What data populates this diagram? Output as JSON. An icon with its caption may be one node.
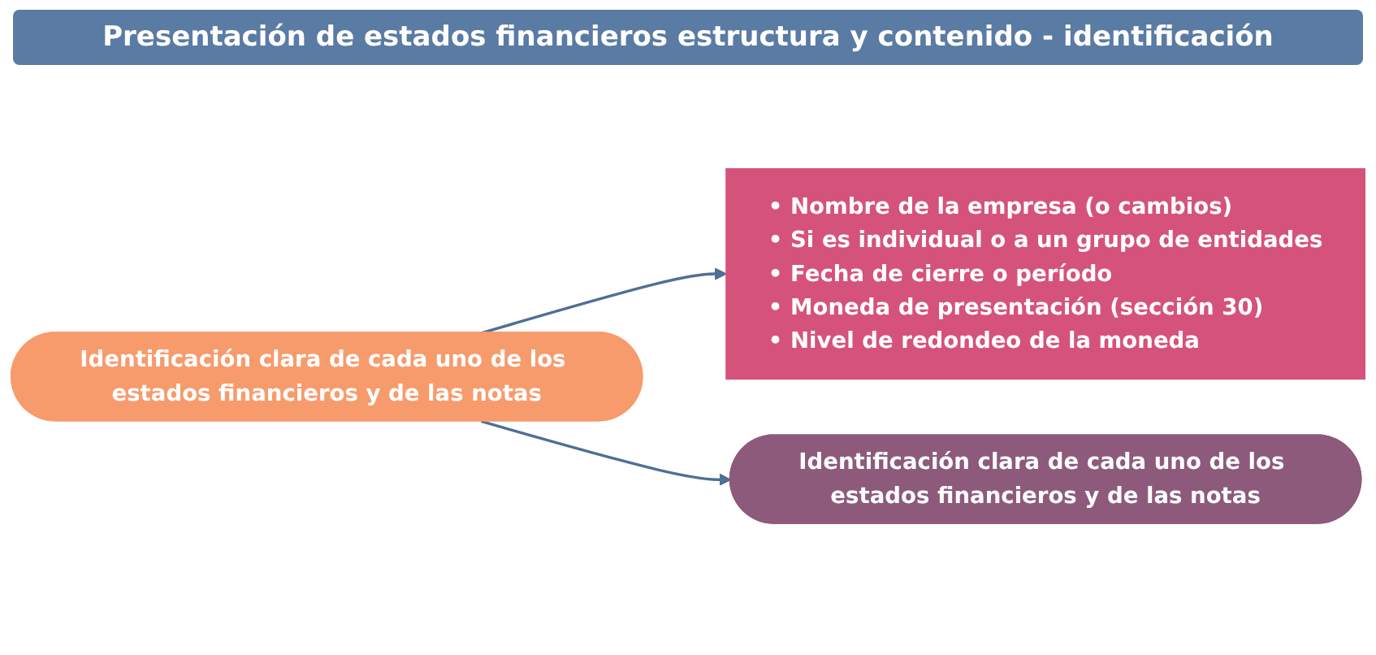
{
  "diagram": {
    "title": "Presentación de estados financieros estructura y contenido - identificación",
    "nodes": [
      {
        "text": [
          "Identificación clara de cada uno de los estados financieros y de las notas"
        ]
      },
      {
        "text": [
          "• Nombre de la empresa (o cambios)",
          "• Si es individual o a un grupo de entidades",
          "• Fecha de cierre o período",
          "• Moneda de presentación (sección 30)",
          "• Nivel de redondeo de la moneda"
        ]
      },
      {
        "text": [
          "Identificación clara de cada uno de los estados financieros y de las notas"
        ]
      }
    ],
    "edges": [
      {
        "from": 0,
        "to": 1,
        "arrow": "to"
      },
      {
        "from": 0,
        "to": 2,
        "arrow": "to"
      }
    ]
  }
}
